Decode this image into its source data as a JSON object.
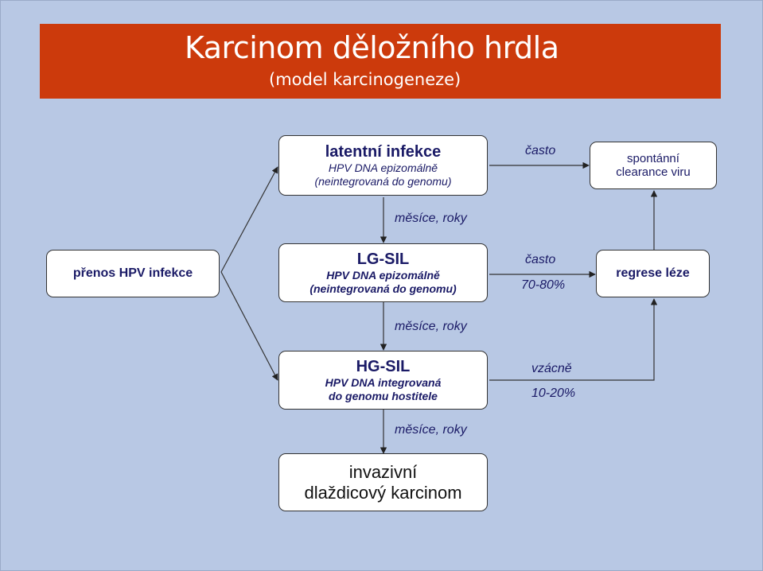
{
  "header": {
    "title": "Karcinom děložního hrdla",
    "subtitle": "(model karcinogeneze)"
  },
  "boxes": {
    "prenos": "přenos HPV infekce",
    "latentni": {
      "title": "latentní infekce",
      "line1": "HPV DNA epizomálně",
      "line2": "(neintegrovaná do genomu)"
    },
    "lgsil": {
      "title": "LG-SIL",
      "line1": "HPV DNA epizomálně",
      "line2": "(neintegrovaná do genomu)"
    },
    "hgsil": {
      "title": "HG-SIL",
      "line1": "HPV DNA integrovaná",
      "line2": "do genomu hostitele"
    },
    "invazivni": {
      "line1": "invazivní",
      "line2": "dlaždicový karcinom"
    },
    "spontanni": {
      "line1": "spontánní",
      "line2": "clearance viru"
    },
    "regrese": "regrese léze"
  },
  "labels": {
    "casto_top": "často",
    "mesice_1": "měsíce, roky",
    "casto_mid": "často",
    "pct_mid": "70-80%",
    "mesice_2": "měsíce, roky",
    "vzacne": "vzácně",
    "pct_low": "10-20%",
    "mesice_3": "měsíce, roky"
  },
  "colors": {
    "background": "#b8c8e4",
    "banner": "#cc3a0c",
    "text": "#1a1a66"
  }
}
